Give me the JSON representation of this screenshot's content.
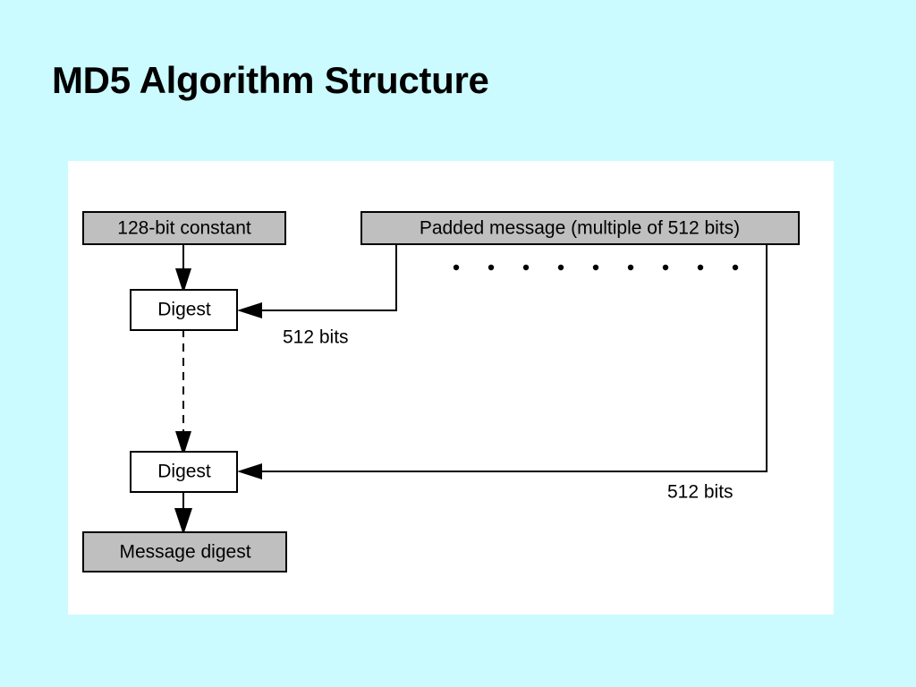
{
  "slide": {
    "title": "MD5 Algorithm Structure",
    "background_color": "#ccfbff",
    "panel_color": "#ffffff"
  },
  "diagram": {
    "type": "flowchart",
    "nodes": [
      {
        "id": "constant",
        "label": "128-bit constant",
        "style": "filled-gray",
        "fill": "#bfbfbf"
      },
      {
        "id": "padded-message",
        "label": "Padded message (multiple of 512 bits)",
        "style": "filled-gray",
        "fill": "#bfbfbf"
      },
      {
        "id": "digest-first",
        "label": "Digest",
        "style": "outline-white",
        "fill": "#ffffff"
      },
      {
        "id": "digest-last",
        "label": "Digest",
        "style": "outline-white",
        "fill": "#ffffff"
      },
      {
        "id": "message-digest",
        "label": "Message digest",
        "style": "filled-gray",
        "fill": "#bfbfbf"
      }
    ],
    "edges": [
      {
        "id": "e1",
        "from": "constant",
        "to": "digest-first",
        "label": "",
        "style": "solid-arrow"
      },
      {
        "id": "e2",
        "from": "padded-message",
        "to": "digest-first",
        "label": "512 bits",
        "style": "solid-arrow"
      },
      {
        "id": "e3",
        "from": "digest-first",
        "to": "digest-last",
        "label": "",
        "style": "dashed-arrow"
      },
      {
        "id": "e4",
        "from": "padded-message",
        "to": "digest-last",
        "label": "512 bits",
        "style": "solid-arrow"
      },
      {
        "id": "e5",
        "from": "digest-last",
        "to": "message-digest",
        "label": "",
        "style": "solid-arrow"
      }
    ],
    "edge_labels": {
      "block_one": "512 bits",
      "block_last": "512 bits"
    },
    "ellipsis": {
      "dot_count": 9,
      "meaning": "additional 512-bit blocks"
    }
  }
}
